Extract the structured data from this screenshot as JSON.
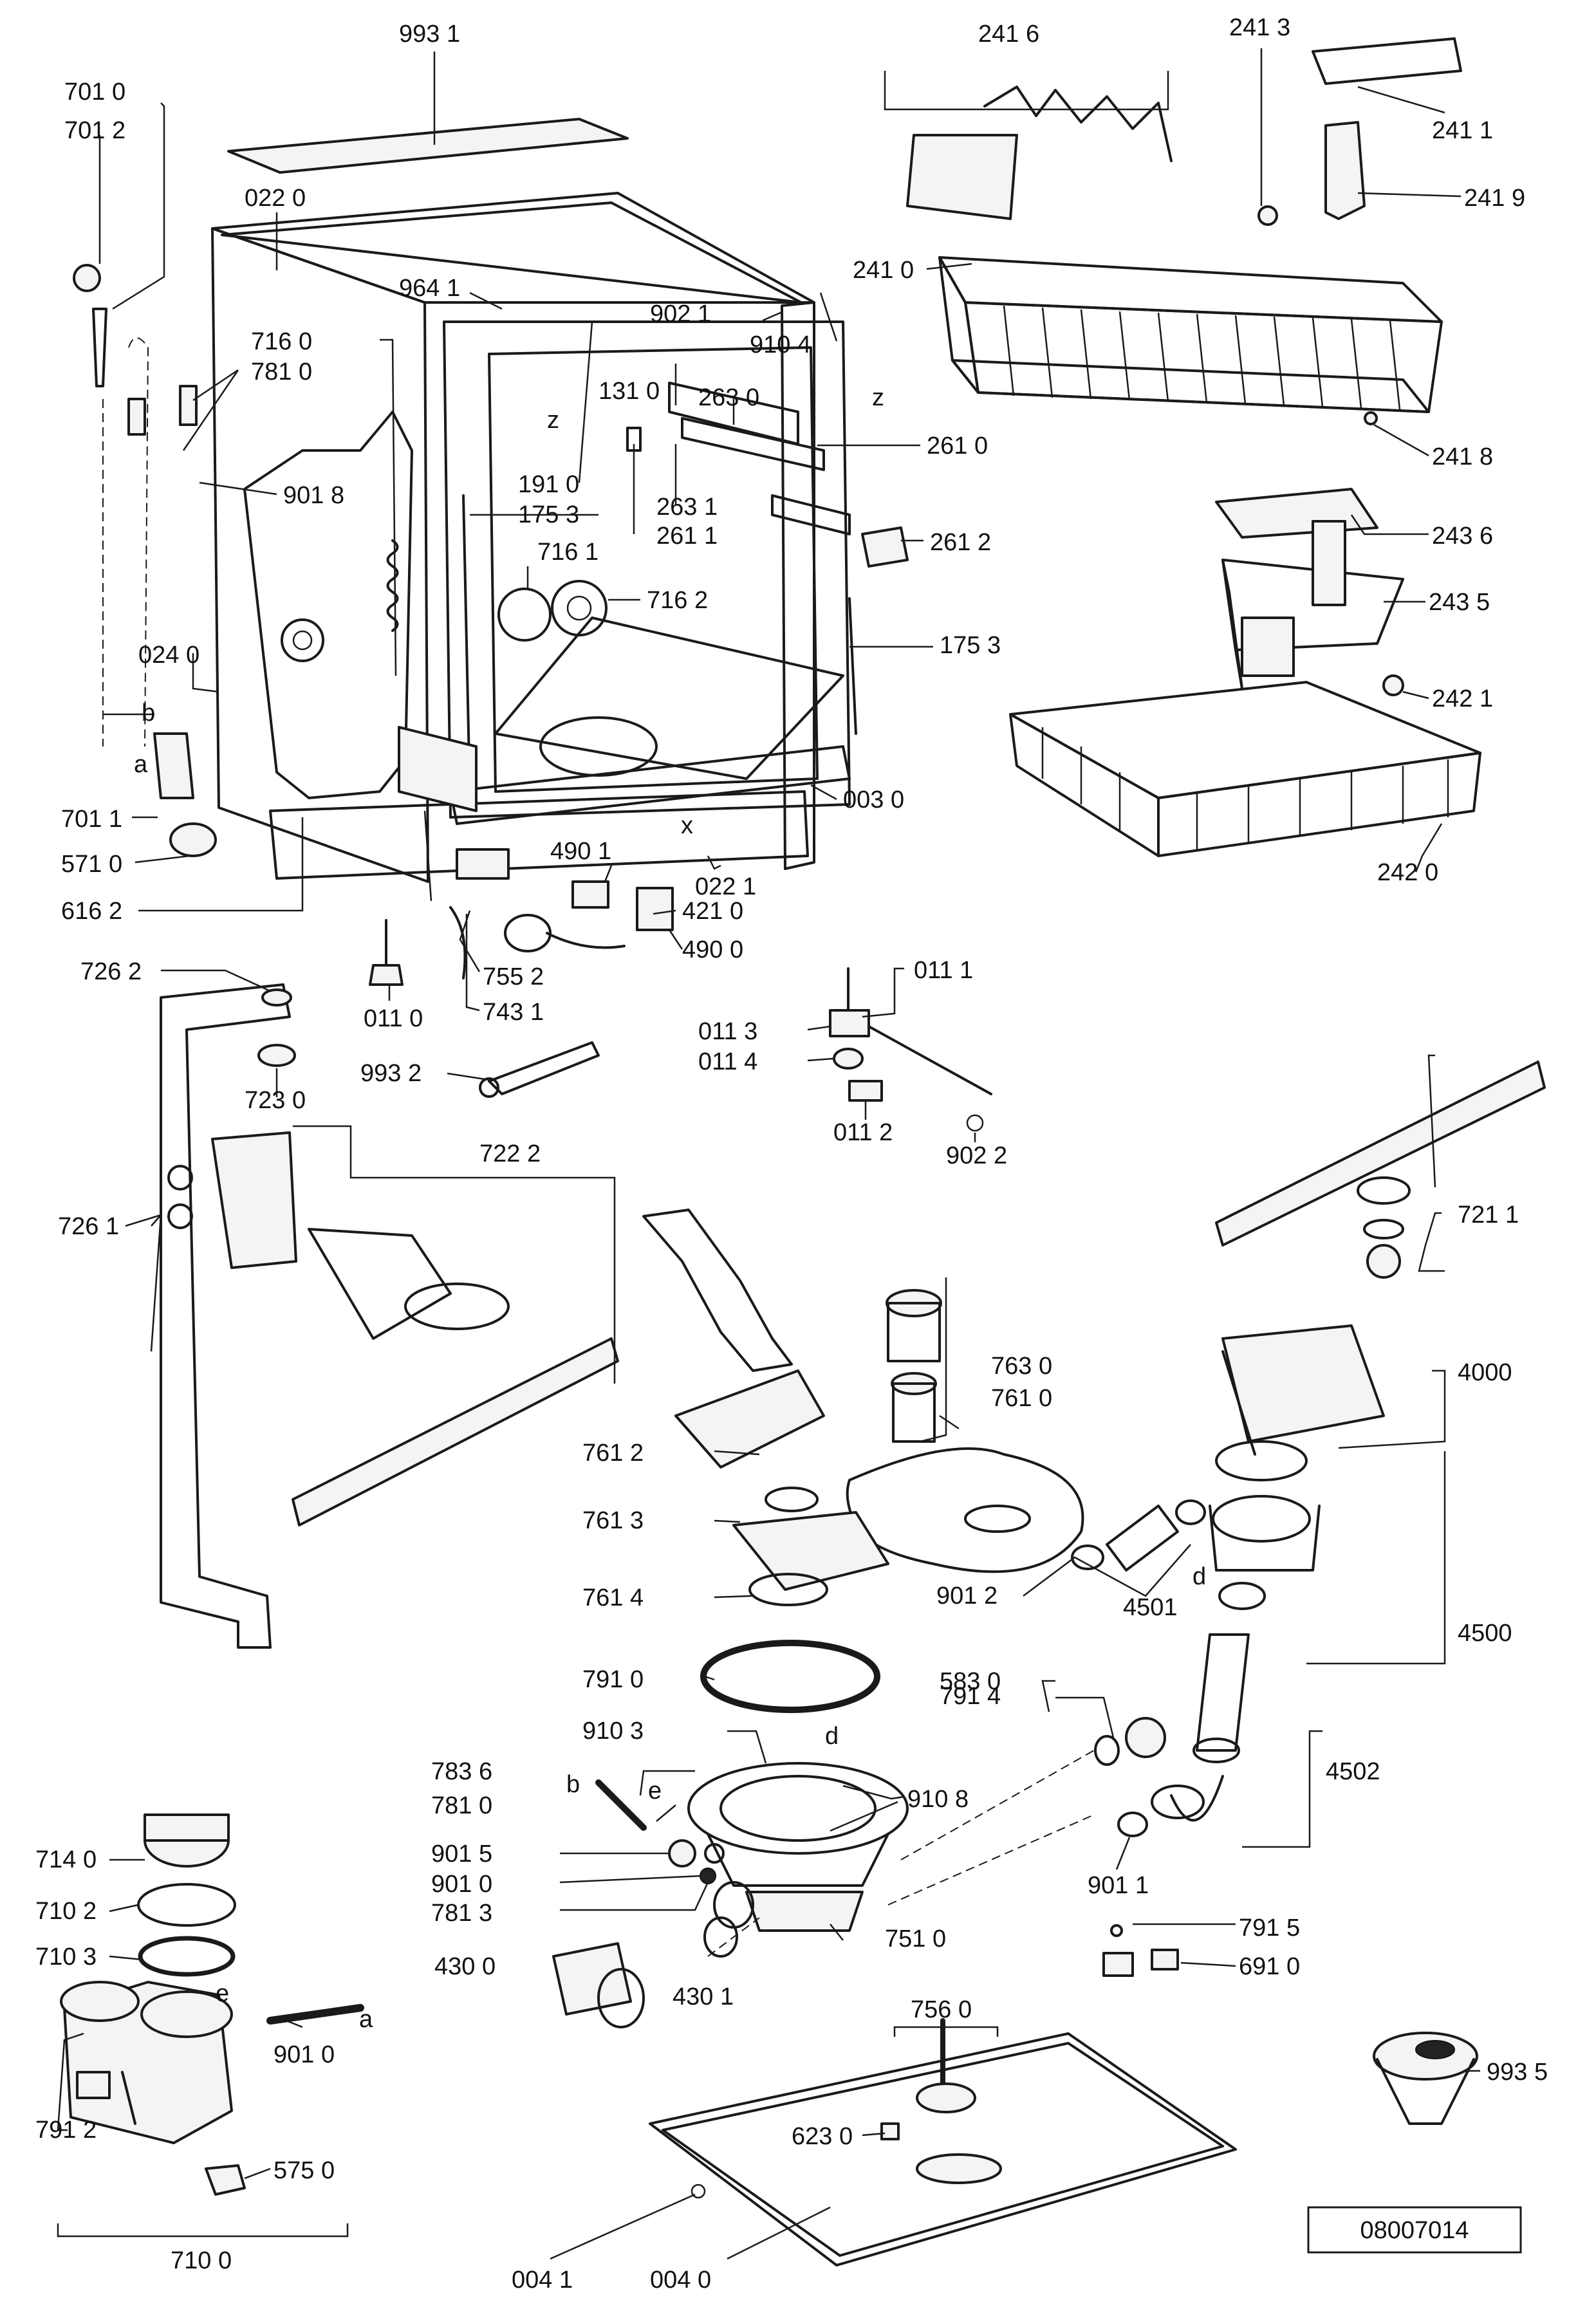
{
  "diagram_code": "08007014",
  "labels": [
    "993 1",
    "701 0",
    "701 2",
    "022 0",
    "964 1",
    "902 1",
    "910 4",
    "716 0",
    "781 0",
    "131 0",
    "263 0",
    "901 8",
    "191 0",
    "175 3",
    "263 1",
    "261 1",
    "261 0",
    "261 2",
    "716 1",
    "716 2",
    "175 3",
    "024 0",
    "003 0",
    "022 1",
    "701 1",
    "571 0",
    "490 1",
    "421 0",
    "490 0",
    "616 2",
    "011 0",
    "755 2",
    "743 1",
    "241 6",
    "241 3",
    "241 1",
    "241 9",
    "241 0",
    "241 8",
    "243 6",
    "243 5",
    "242 1",
    "242 0",
    "011 1",
    "011 3",
    "011 4",
    "011 2",
    "902 2",
    "726 2",
    "723 0",
    "993 2",
    "722 2",
    "726 1",
    "721 1",
    "763 0",
    "761 0",
    "4000",
    "761 2",
    "761 3",
    "761 4",
    "901 2",
    "4501",
    "d",
    "4500",
    "791 0",
    "583 0",
    "791 4",
    "910 3",
    "d",
    "910 8",
    "4502",
    "783 6",
    "e",
    "781 0",
    "b",
    "901 5",
    "901 0",
    "781 3",
    "751 0",
    "901 1",
    "714 0",
    "710 2",
    "710 3",
    "e",
    "430 0",
    "430 1",
    "791 5",
    "691 0",
    "901 0",
    "791 2",
    "575 0",
    "710 0",
    "756 0",
    "623 0",
    "993 5",
    "004 1",
    "004 0",
    "z",
    "z",
    "x",
    "b",
    "a",
    "a"
  ]
}
